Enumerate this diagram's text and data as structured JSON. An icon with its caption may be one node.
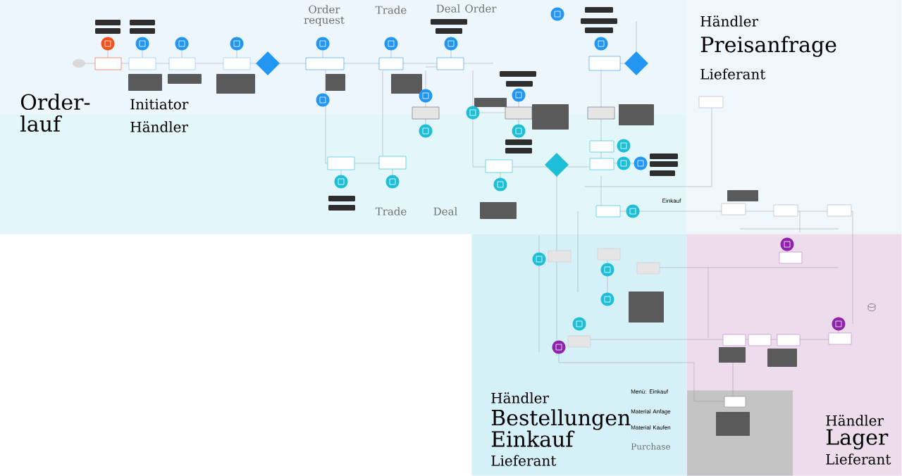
{
  "diagram": {
    "nodes": [
      {
        "text": [
          "Initiator"
        ]
      },
      {
        "text": [
          "Händler"
        ]
      },
      {
        "text": [
          "Händler",
          "Preisanfrage",
          "Lieferant"
        ]
      },
      {
        "text": [
          "Händler",
          "Bestellungen Einkauf",
          "Lieferant"
        ]
      },
      {
        "text": [
          "Händler",
          "Lager",
          "Lieferant"
        ]
      },
      {
        "text": [],
        "shape": "box",
        "in": 4
      }
    ],
    "labels": [
      "Order- lauf",
      "Order request",
      "Trade",
      "Deal",
      "Order",
      "Trade",
      "Deal",
      "Einkauf",
      "Menü: Einkauf",
      "Material Anfage",
      "Material Kaufen",
      "Purchase"
    ]
  }
}
